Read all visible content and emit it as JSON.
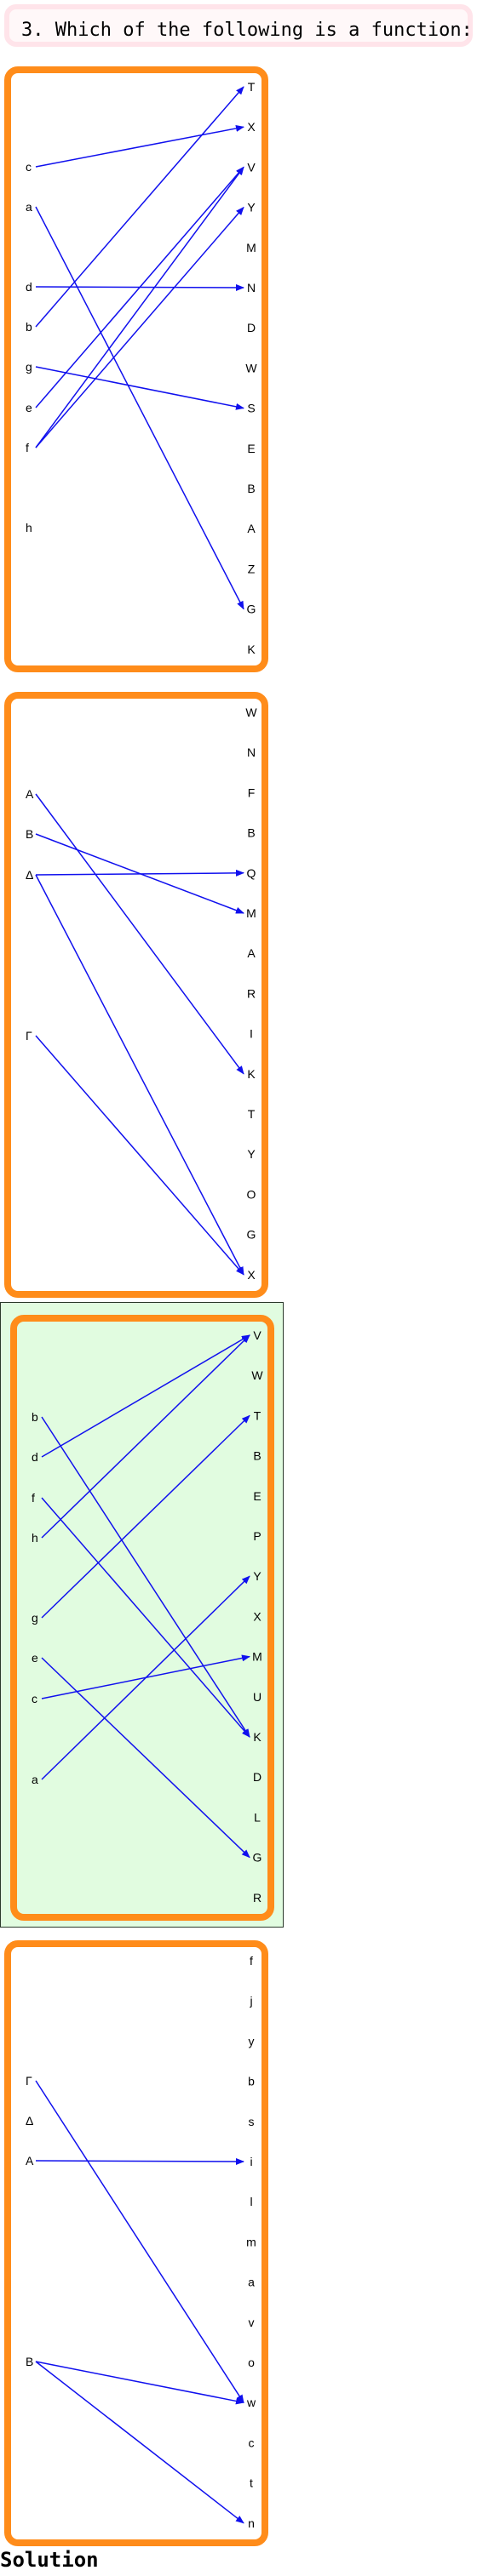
{
  "question": "3. Which of the following is a function:",
  "solution_label": "Solution",
  "colors": {
    "card_border": "#ff8c1a",
    "arrow": "#1010ee",
    "selected_bg": "#e1fce0"
  },
  "options": [
    {
      "domain": [
        "c",
        "a",
        "d",
        "b",
        "g",
        "e",
        "f",
        "h"
      ],
      "codomain": [
        "T",
        "X",
        "V",
        "Y",
        "M",
        "N",
        "D",
        "W",
        "S",
        "E",
        "B",
        "A",
        "Z",
        "G",
        "K"
      ],
      "mapping": [
        [
          "c",
          "X"
        ],
        [
          "a",
          "G"
        ],
        [
          "d",
          "N"
        ],
        [
          "b",
          "T"
        ],
        [
          "g",
          "S"
        ],
        [
          "e",
          "V"
        ],
        [
          "f",
          "V"
        ],
        [
          "f",
          "Y"
        ]
      ],
      "selected": false
    },
    {
      "domain": [
        "A",
        "B",
        "Δ",
        "Γ"
      ],
      "codomain": [
        "W",
        "N",
        "F",
        "B",
        "Q",
        "M",
        "A",
        "R",
        "I",
        "K",
        "T",
        "Y",
        "O",
        "G",
        "X"
      ],
      "mapping": [
        [
          "A",
          "K"
        ],
        [
          "B",
          "M"
        ],
        [
          "Δ",
          "Q"
        ],
        [
          "Δ",
          "X"
        ],
        [
          "Γ",
          "X"
        ]
      ],
      "selected": false
    },
    {
      "domain": [
        "b",
        "d",
        "f",
        "h",
        "g",
        "e",
        "c",
        "a"
      ],
      "codomain": [
        "V",
        "W",
        "T",
        "B",
        "E",
        "P",
        "Y",
        "X",
        "M",
        "U",
        "K",
        "D",
        "L",
        "G",
        "R"
      ],
      "mapping": [
        [
          "b",
          "K"
        ],
        [
          "d",
          "V"
        ],
        [
          "f",
          "K"
        ],
        [
          "h",
          "V"
        ],
        [
          "g",
          "T"
        ],
        [
          "e",
          "G"
        ],
        [
          "c",
          "M"
        ],
        [
          "a",
          "Y"
        ]
      ],
      "selected": true
    },
    {
      "domain": [
        "Γ",
        "Δ",
        "A",
        "B"
      ],
      "codomain": [
        "f",
        "j",
        "y",
        "b",
        "s",
        "i",
        "l",
        "m",
        "a",
        "v",
        "o",
        "w",
        "c",
        "t",
        "n"
      ],
      "mapping": [
        [
          "Γ",
          "w"
        ],
        [
          "A",
          "i"
        ],
        [
          "B",
          "w"
        ],
        [
          "B",
          "n"
        ]
      ],
      "selected": false
    }
  ]
}
